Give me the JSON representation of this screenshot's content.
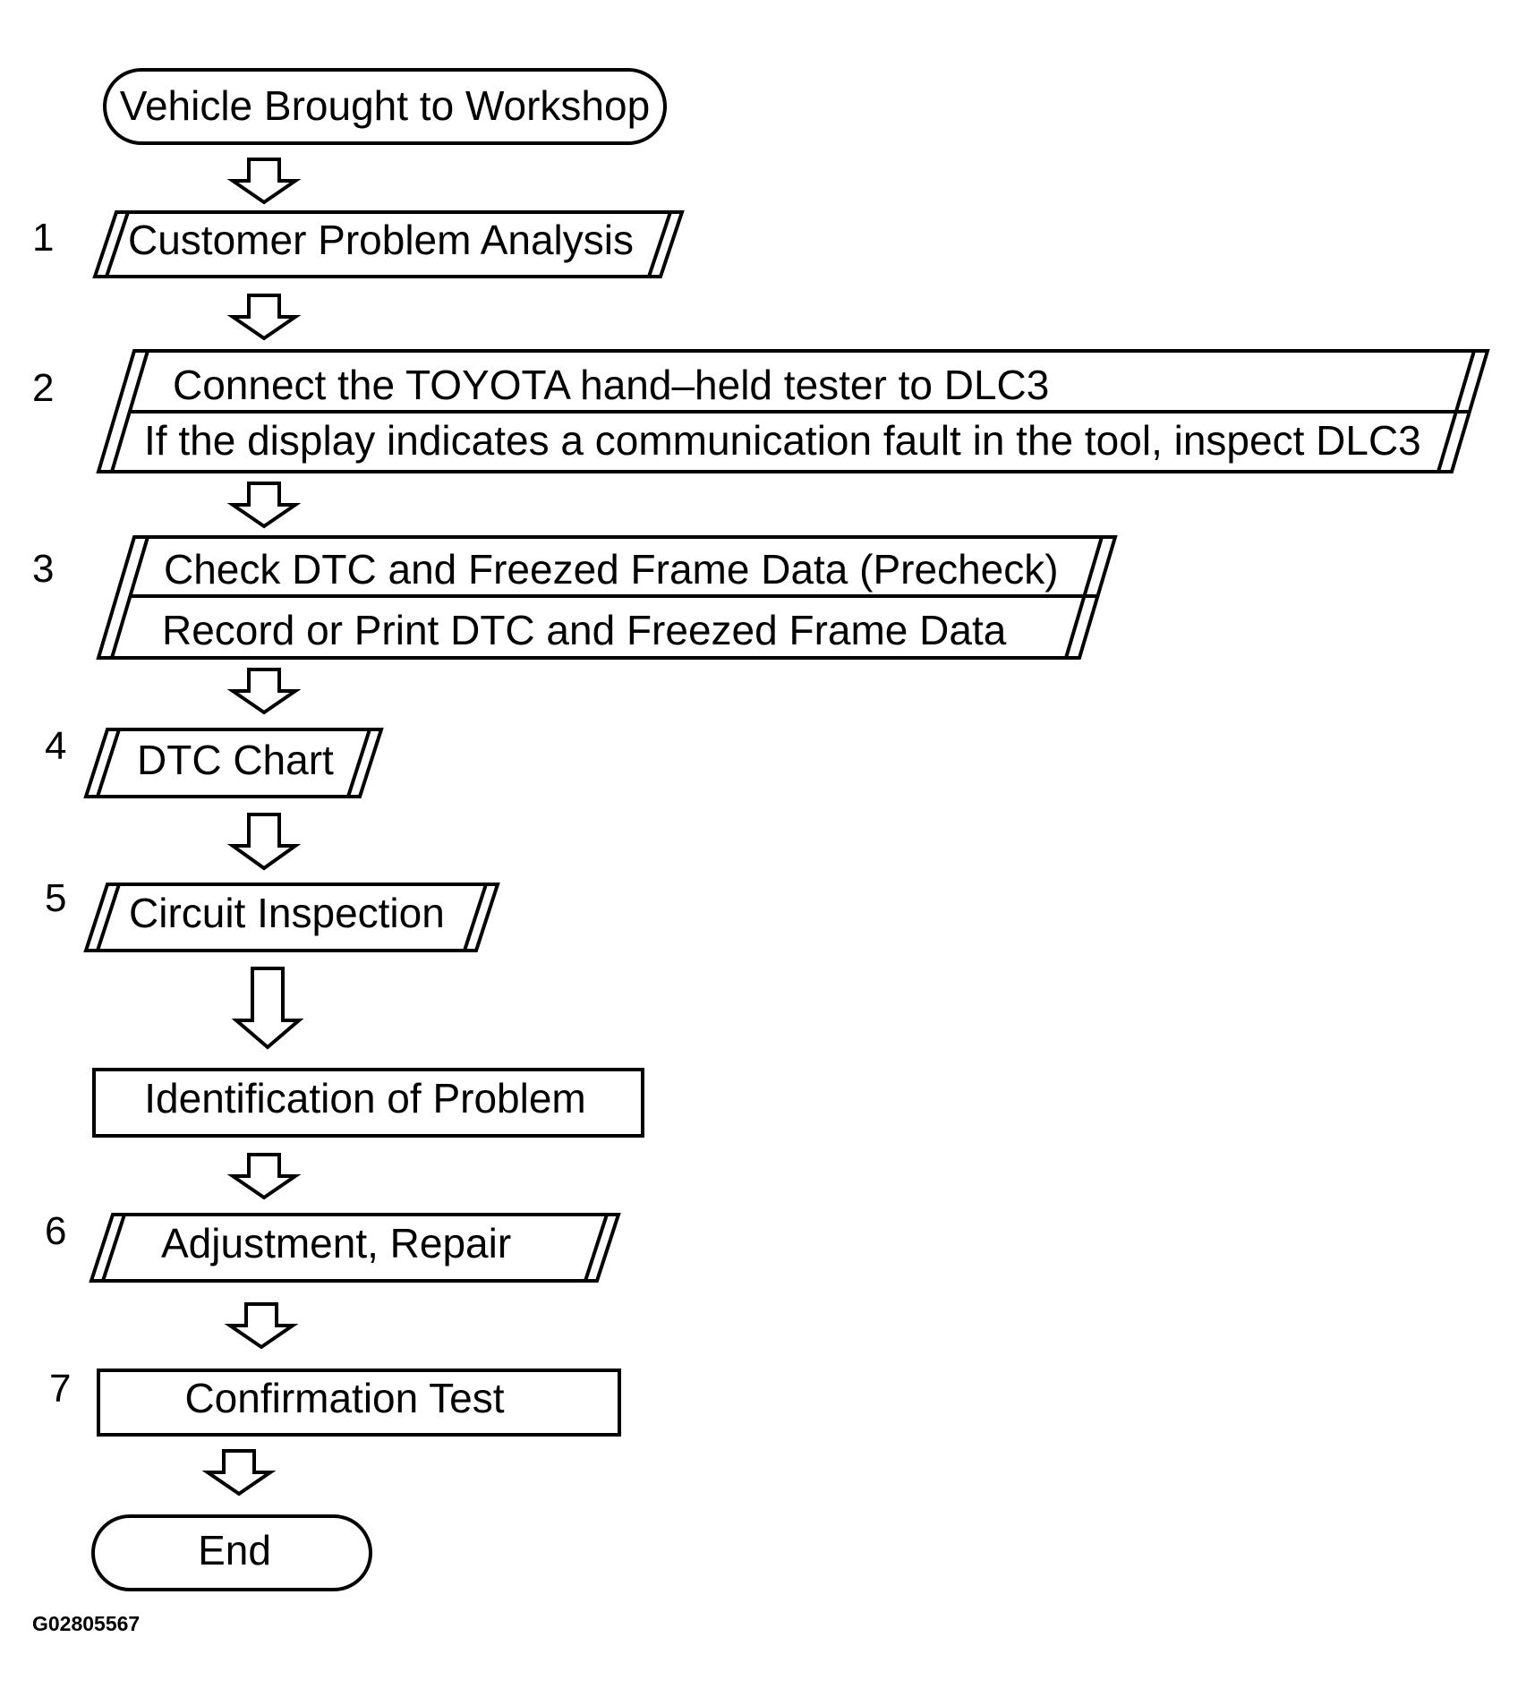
{
  "flowchart": {
    "start": {
      "label": "Vehicle Brought to Workshop"
    },
    "steps": {
      "customer_analysis": {
        "number": "1",
        "label": "Customer Problem Analysis"
      },
      "connect_tester": {
        "number": "2",
        "line1": "Connect the TOYOTA hand–held tester to DLC3",
        "line2": "If the display indicates a communication fault in the tool, inspect DLC3"
      },
      "check_dtc": {
        "number": "3",
        "line1": "Check DTC and Freezed Frame Data (Precheck)",
        "line2": "Record or Print DTC and Freezed Frame Data"
      },
      "dtc_chart": {
        "number": "4",
        "label": "DTC Chart"
      },
      "circuit_inspection": {
        "number": "5",
        "label": "Circuit Inspection"
      },
      "identification": {
        "label": "Identification of Problem"
      },
      "adjustment_repair": {
        "number": "6",
        "label": "Adjustment, Repair"
      },
      "confirmation_test": {
        "number": "7",
        "label": "Confirmation Test"
      }
    },
    "end": {
      "label": "End"
    }
  },
  "figure_id": "G02805567"
}
